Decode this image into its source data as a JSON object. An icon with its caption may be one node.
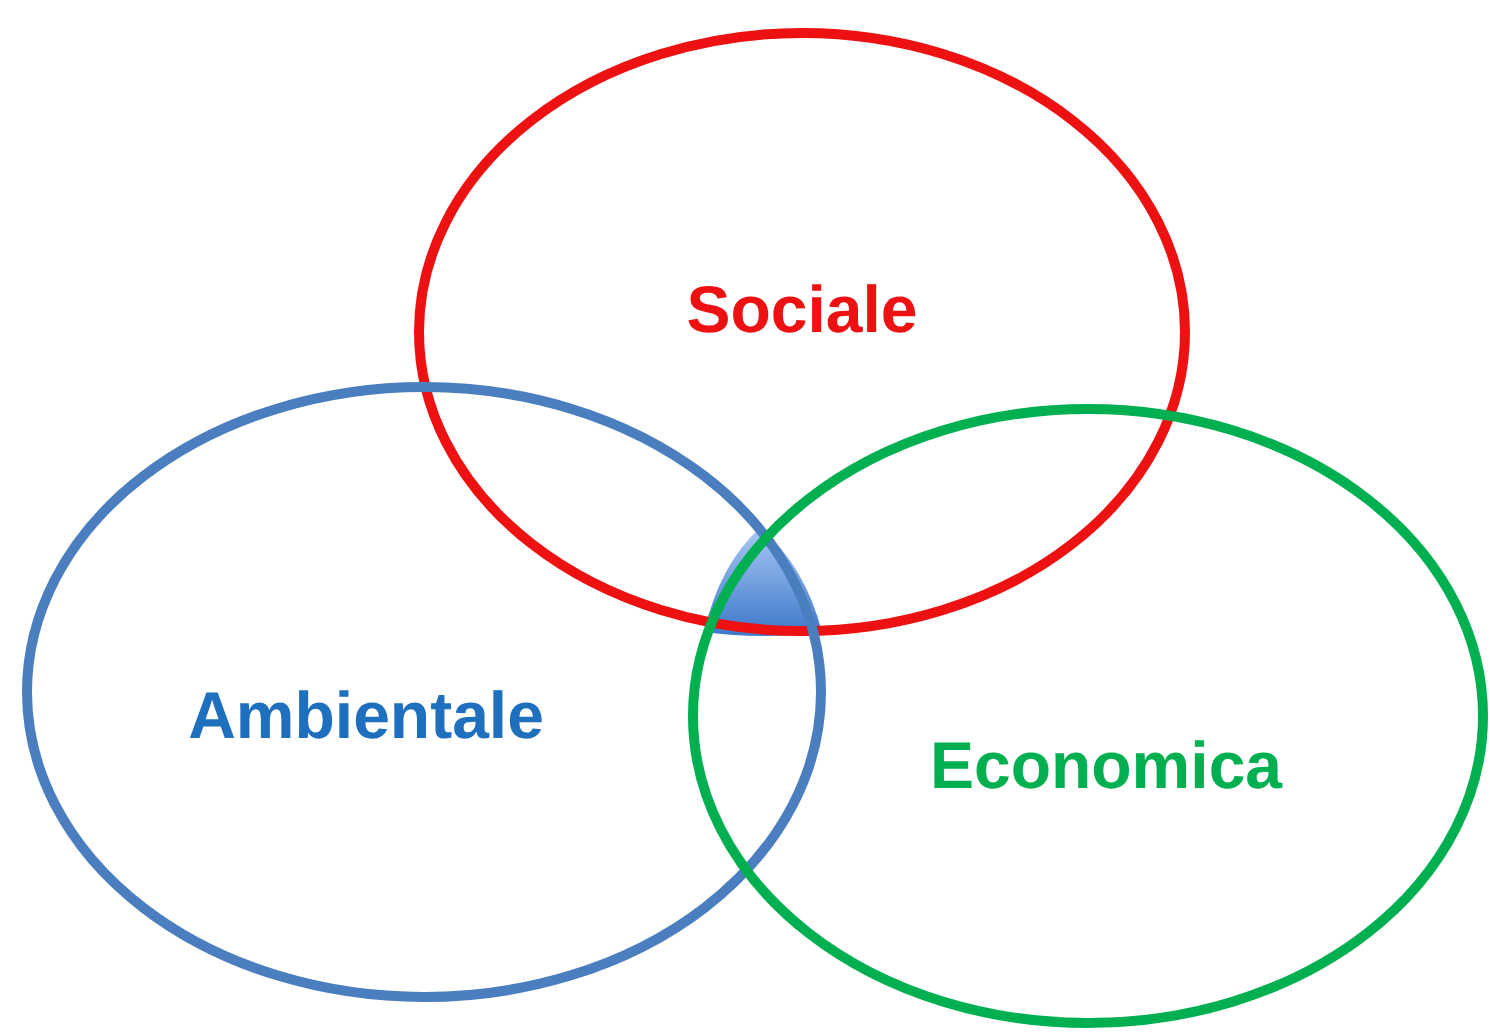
{
  "diagram": {
    "nodes": [
      {
        "text": [
          "Sociale"
        ]
      },
      {
        "text": [
          "Ambientale"
        ]
      },
      {
        "text": [
          "Economica"
        ]
      }
    ]
  }
}
